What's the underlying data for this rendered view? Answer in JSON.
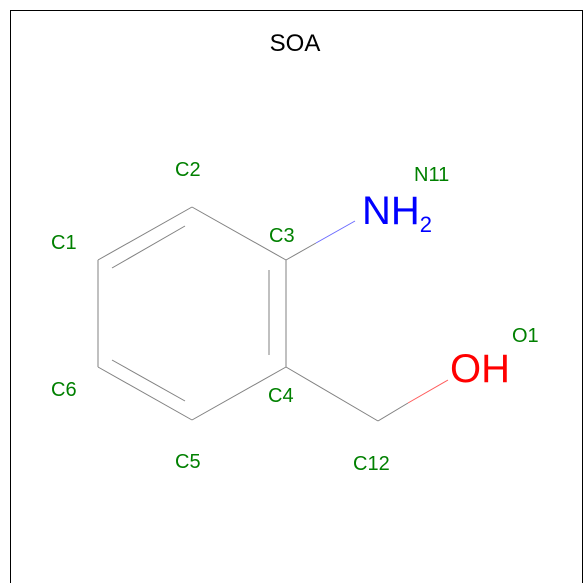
{
  "title": "SOA",
  "colors": {
    "carbon_label": "#008000",
    "bond": "#808080",
    "nitrogen": "#0000ff",
    "oxygen": "#ff0000",
    "frame": "#000000",
    "title": "#000000"
  },
  "atom_labels": {
    "c1": "C1",
    "c2": "C2",
    "c3": "C3",
    "c4": "C4",
    "c5": "C5",
    "c6": "C6",
    "c12": "C12",
    "n11": "N11",
    "o1": "O1"
  },
  "groups": {
    "amine": {
      "symbol": "NH",
      "subscript": "2"
    },
    "hydroxyl": {
      "symbol": "OH"
    }
  }
}
